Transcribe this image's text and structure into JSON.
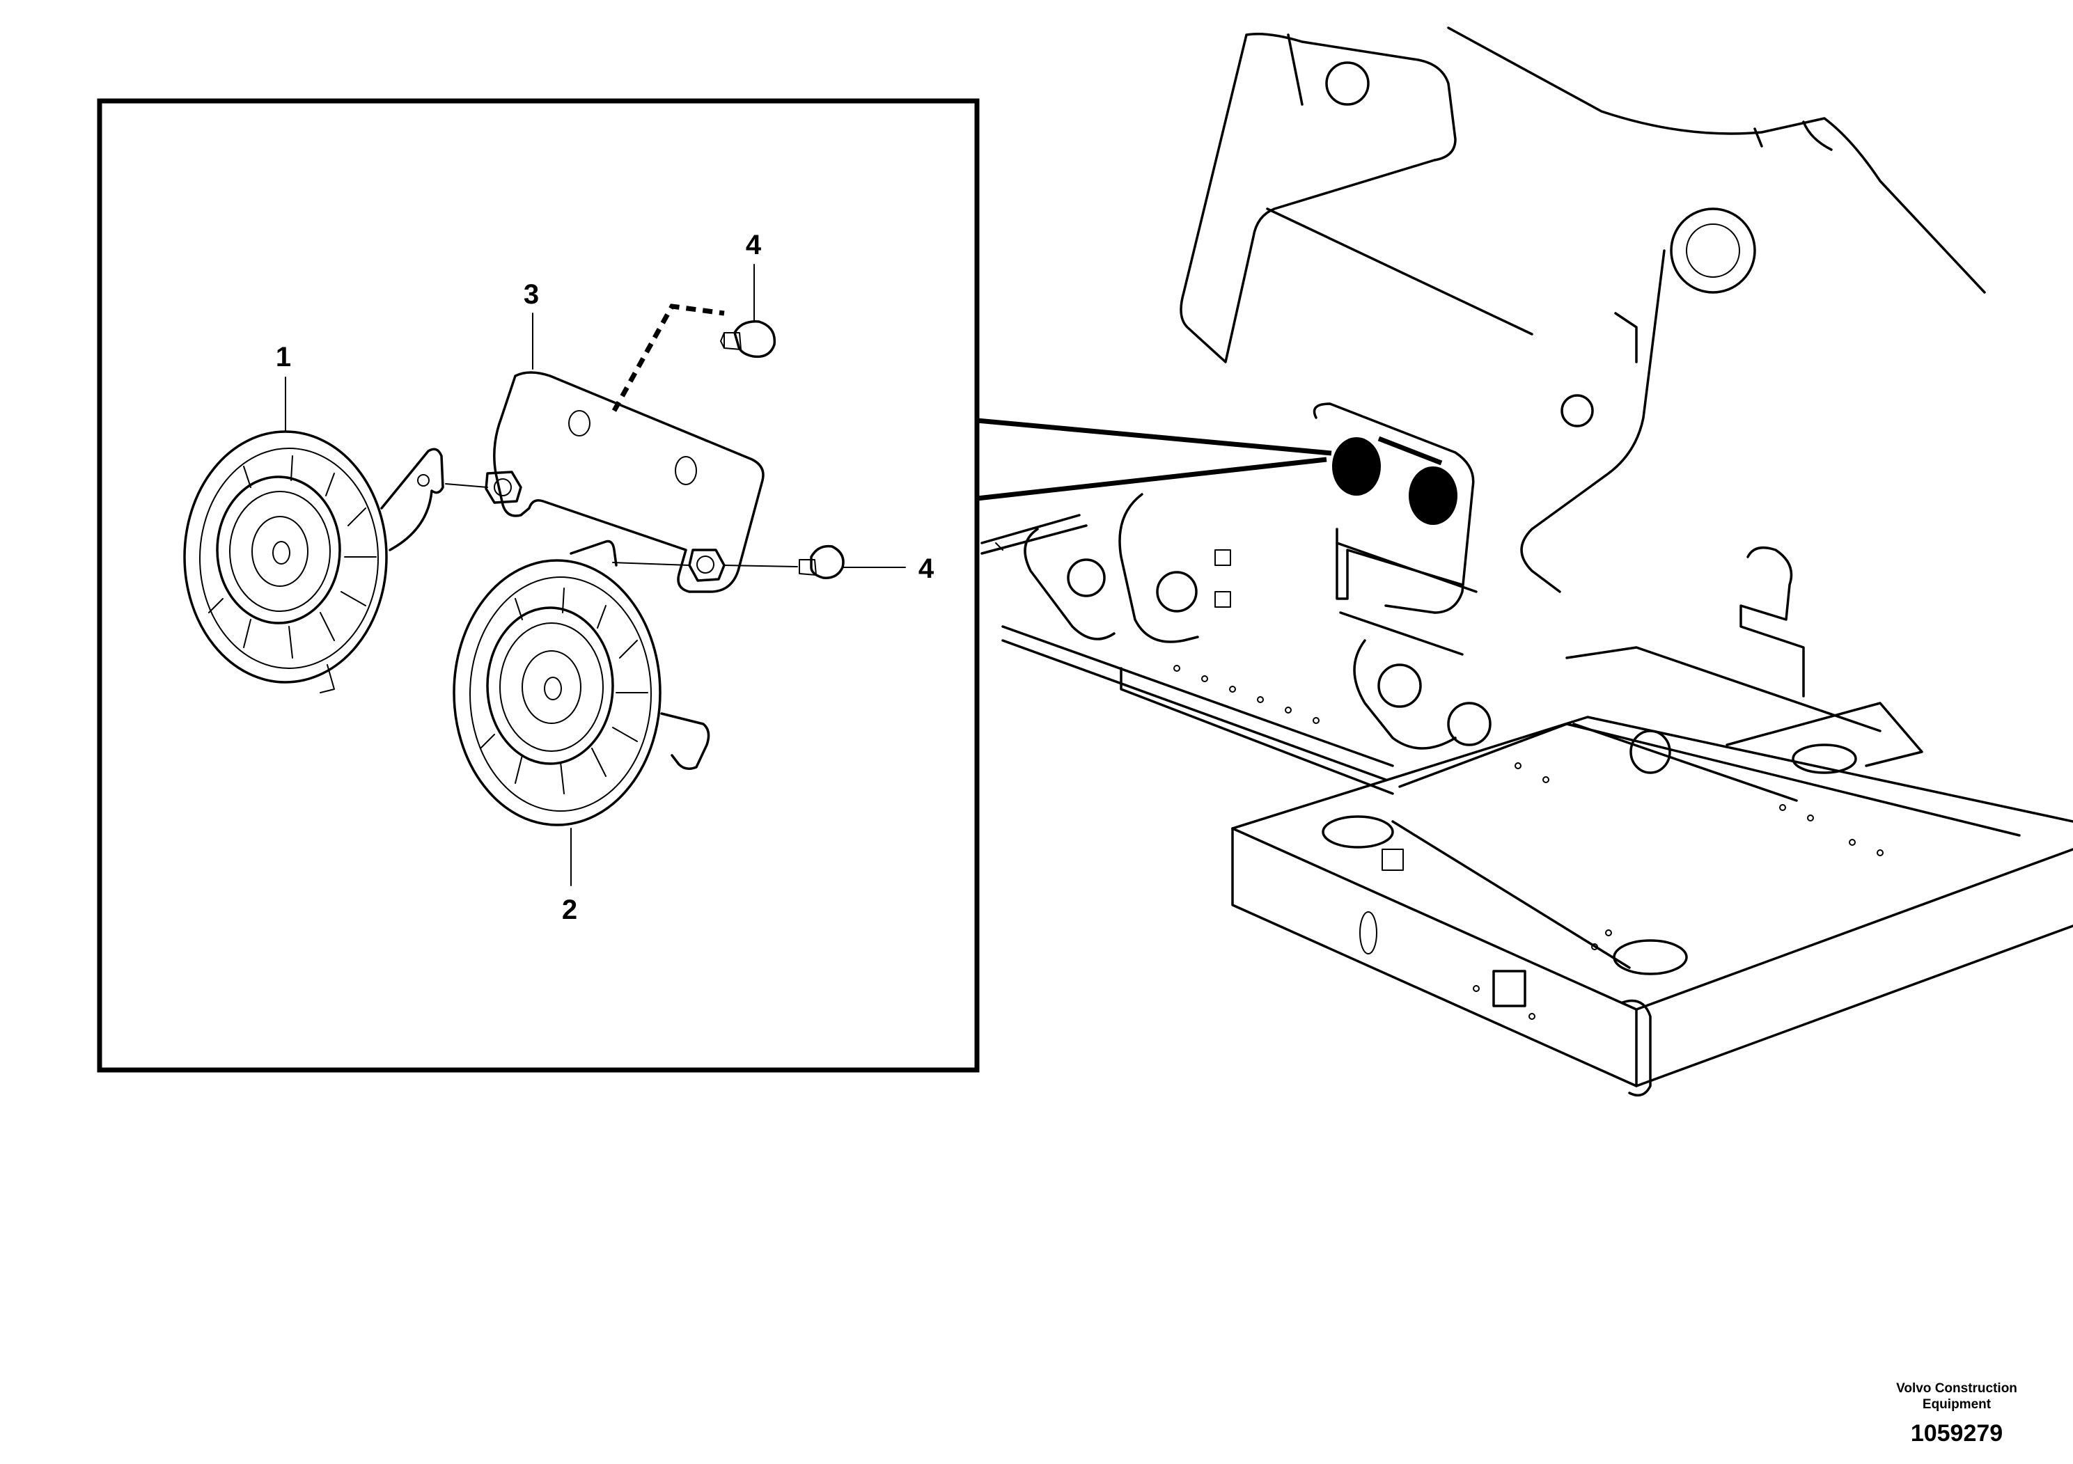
{
  "callouts": {
    "c1": "1",
    "c2": "2",
    "c3": "3",
    "c4a": "4",
    "c4b": "4"
  },
  "footer": {
    "manufacturer_line1": "Volvo Construction",
    "manufacturer_line2": "Equipment",
    "document_number": "1059279"
  }
}
